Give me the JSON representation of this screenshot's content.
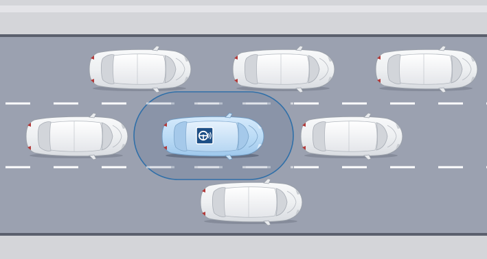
{
  "scene": {
    "road": {
      "lanes": 3,
      "lane_marking": "dashed",
      "direction": "right"
    },
    "colors": {
      "sidewalk": "#d4d5d9",
      "road": "#9ba1b0",
      "road_edge": "#5b606d",
      "lane_marking": "#ffffff",
      "car_body": "#f2f3f5",
      "ego_car_body": "#bcdcf6",
      "sensor_zone_fill": "#7b8ba3",
      "sensor_zone_stroke": "#2f6fa8",
      "badge": "#1d4f86"
    },
    "cars": [
      {
        "role": "traffic",
        "lane": "top",
        "position": "left"
      },
      {
        "role": "traffic",
        "lane": "top",
        "position": "center"
      },
      {
        "role": "traffic",
        "lane": "top",
        "position": "right"
      },
      {
        "role": "traffic",
        "lane": "middle",
        "position": "behind"
      },
      {
        "role": "ego",
        "lane": "middle",
        "position": "center",
        "icon": "steering-wheel-assist-icon",
        "highlighted": true
      },
      {
        "role": "traffic",
        "lane": "middle",
        "position": "ahead"
      },
      {
        "role": "traffic",
        "lane": "bottom",
        "position": "center"
      }
    ]
  }
}
